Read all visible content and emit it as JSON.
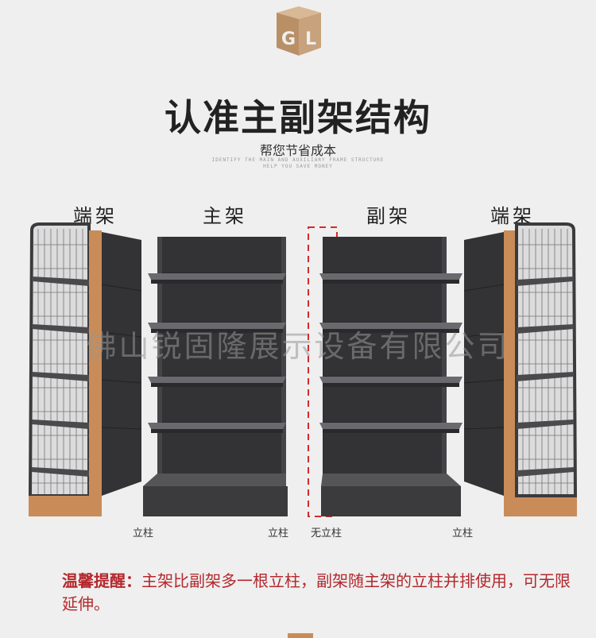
{
  "header": {
    "title": "认准主副架结构",
    "subtitle": "帮您节省成本",
    "tagline_en_1": "IDENTIFY THE MAIN AND AUXILIARY FRAME STRUCTURE",
    "tagline_en_2": "HELP YOU SAVE MONEY"
  },
  "shelf_labels": {
    "end_left": "端架",
    "main": "主架",
    "sub": "副架",
    "end_right": "端架"
  },
  "post_labels": [
    "立柱",
    "立柱",
    "无立柱",
    "立柱"
  ],
  "watermark": "佛山锐固隆展示设备有限公司",
  "note": {
    "prefix": "温馨提醒：",
    "text": "主架比副架多一根立柱，副架随主架的立柱并排使用，可无限延伸。"
  },
  "colors": {
    "wood": "#c98c58",
    "metal": "#3b3b3d",
    "shelf_edge": "#5a5a5e",
    "dashed_line": "#d62a2a",
    "note_text": "#b4282d",
    "logo": "#c7a27c"
  }
}
